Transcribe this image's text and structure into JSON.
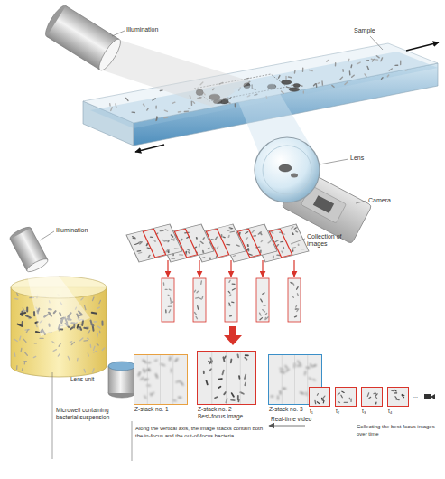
{
  "diagram": {
    "nodes": [
      {
        "text": [
          "Z-stack no. 1"
        ]
      },
      {
        "text": [
          "Z-stack no. 2",
          "Best-focus image"
        ]
      },
      {
        "text": [
          "Z-stack no. 3"
        ]
      },
      {
        "text": [
          "t₁"
        ]
      },
      {
        "text": [
          "t₂"
        ]
      },
      {
        "text": [
          "t₃"
        ]
      },
      {
        "text": [
          "t₄"
        ]
      }
    ],
    "labels": [
      "Illumination",
      "Sample",
      "Lens",
      "Camera",
      "Illumination",
      "Collection of images",
      "Lens unit",
      "Microwell containing bacterial suspension",
      "Along the vertical axis, the image stacks contain both the in-focus and the out-of-focus bacteria",
      "Real-time video",
      "Collecting the best-focus images over time",
      "..."
    ]
  }
}
